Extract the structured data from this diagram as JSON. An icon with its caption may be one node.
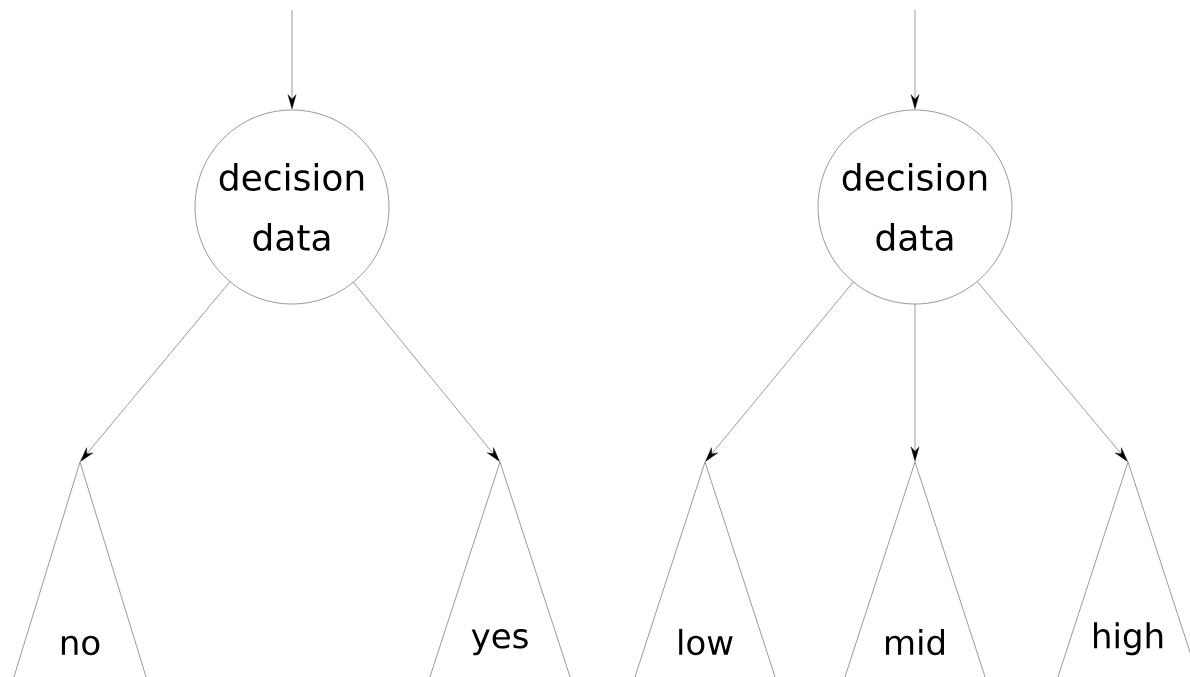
{
  "diagram": {
    "nodes": [
      {
        "text": [
          "decision data"
        ]
      },
      {
        "text": [
          "decision data"
        ]
      },
      {
        "text": [
          "no"
        ]
      },
      {
        "text": [
          "yes"
        ]
      },
      {
        "text": [
          "low"
        ]
      },
      {
        "text": [
          "mid"
        ]
      },
      {
        "text": [
          "high"
        ]
      }
    ],
    "edges": [
      {
        "from": null,
        "to": 0,
        "arrow": "to"
      },
      {
        "from": null,
        "to": 1,
        "arrow": "to"
      },
      {
        "from": 0,
        "to": 2,
        "arrow": "to"
      },
      {
        "from": 0,
        "to": 3,
        "arrow": "to"
      },
      {
        "from": 1,
        "to": 4,
        "arrow": "to"
      },
      {
        "from": 1,
        "to": 5,
        "arrow": "to"
      },
      {
        "from": 1,
        "to": 6,
        "arrow": "to"
      }
    ]
  }
}
